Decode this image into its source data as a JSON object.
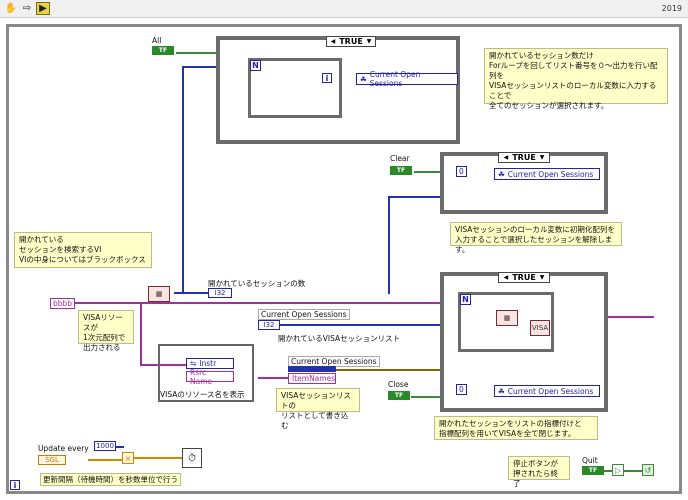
{
  "toolbar": {
    "version": "2019",
    "icons": [
      "hand-icon",
      "arrow-right-icon",
      "run-icon"
    ]
  },
  "case_structures": [
    {
      "selector": "TRUE"
    },
    {
      "selector": "TRUE"
    },
    {
      "selector": "TRUE"
    }
  ],
  "loop": {
    "n_label": "N",
    "i_label": "i"
  },
  "controls": {
    "all": {
      "label": "All",
      "type": "TF"
    },
    "clear": {
      "label": "Clear",
      "type": "TF"
    },
    "close": {
      "label": "Close",
      "type": "TF"
    },
    "quit": {
      "label": "Quit",
      "type": "TF"
    },
    "update_every": {
      "label": "Update every",
      "type": "SGL"
    }
  },
  "constants": {
    "n1000": "1000",
    "zero1": "0",
    "zero2": "0",
    "visa_const": "bbbb"
  },
  "nodes": {
    "current_open_sessions_1": "Current Open Sessions",
    "current_open_sessions_2": "Current Open Sessions",
    "current_open_sessions_3": "Current Open Sessions",
    "current_open_sessions_4": "Current Open Sessions",
    "current_open_sessions_5": "Current Open Sessions",
    "i32": "I32",
    "instr": "Instr",
    "rsrc_name": "Rsrc Name",
    "item_names": "ItemNames",
    "visa_node": "VISA"
  },
  "labels": {
    "open_session_count": "開かれているセッションの数",
    "open_visa_session_list": "開かれているVISAセッションリスト",
    "visa_resource_display": "VISAのリソース名を表示",
    "update_interval": "更新間隔（待機時間）を秒数単位で行う",
    "stop_button_note": "停止ボタンが\n押されたら終了"
  },
  "comments": {
    "c1": "開かれているセッション数だけ\nForループを回してリスト番号を０～出力を行い配列を\nVISAセッションリストのローカル変数に入力することで\n全てのセッションが選択されます。",
    "c2": "VISAセッションのローカル変数に初期化配列を\n入力することで選択したセッションを解除します。",
    "c3": "開かれている\nセッションを検索するVI\nVIの中身についてはブラックボックス",
    "c4": "VISAリソースが\n1次元配列で\n出力される",
    "c5": "VISAセッションリストの\nリストとして書き込む",
    "c6": "開かれたセッションをリストの指標付けと\n指標配列を用いてVISAを全て閉じます。"
  },
  "colors": {
    "blue_wire": "#2233aa",
    "purple_wire": "#a0309a",
    "green_wire": "#3a8a3a",
    "orange_wire": "#d08a00"
  }
}
